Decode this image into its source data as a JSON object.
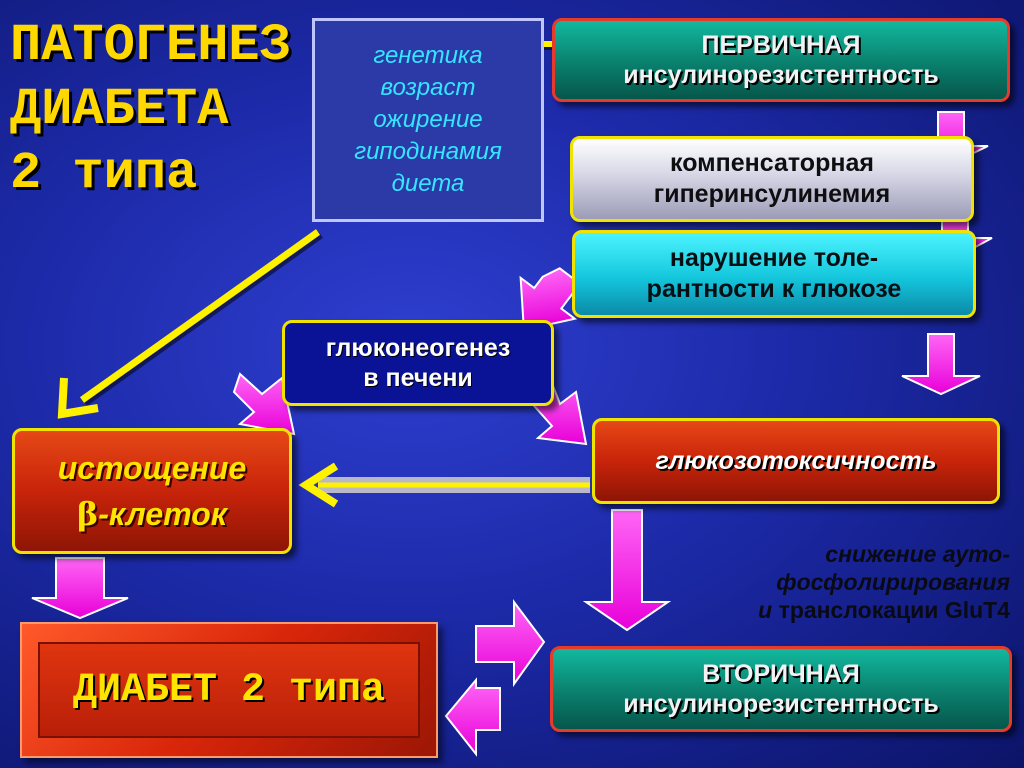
{
  "title": {
    "line1": "ПАТОГЕНЕЗ",
    "line2": "ДИАБЕТА",
    "line3": "2 типа"
  },
  "risk_factors": [
    "генетика",
    "возраст",
    "ожирение",
    "гиподинамия",
    "диета"
  ],
  "primary_ir": {
    "line1": "ПЕРВИЧНАЯ",
    "line2": "инсулинорезистентность"
  },
  "hyperinsulinemia": {
    "line1": "компенсаторная",
    "line2": "гиперинсулинемия"
  },
  "glucose_tolerance": {
    "line1": "нарушение толе-",
    "line2": "рантности к глюкозе"
  },
  "gluconeogenesis": {
    "line1": "глюконеогенез",
    "line2": "в печени"
  },
  "glucotoxicity": "глюкозотоксичность",
  "beta_exhaustion": {
    "line1": "истощение",
    "greek": "β",
    "line2": "-клеток"
  },
  "side_note": {
    "line1": "снижение ауто-",
    "line2": "фосфолирирования",
    "line3_prefix": "и ",
    "line3": "транслокации GluT4"
  },
  "secondary_ir": {
    "line1": "ВТОРИЧНАЯ",
    "line2": "инсулинорезистентность"
  },
  "diabetes_label": "ДИАБЕТ 2 типа",
  "colors": {
    "title_text": "#ffd800",
    "factor_text": "#34e6ff",
    "arrow_magenta": "#ff10ee",
    "arrow_yellow": "#fff200",
    "box_border_yellow": "#f1e300",
    "box_border_red": "#e63a2a"
  }
}
